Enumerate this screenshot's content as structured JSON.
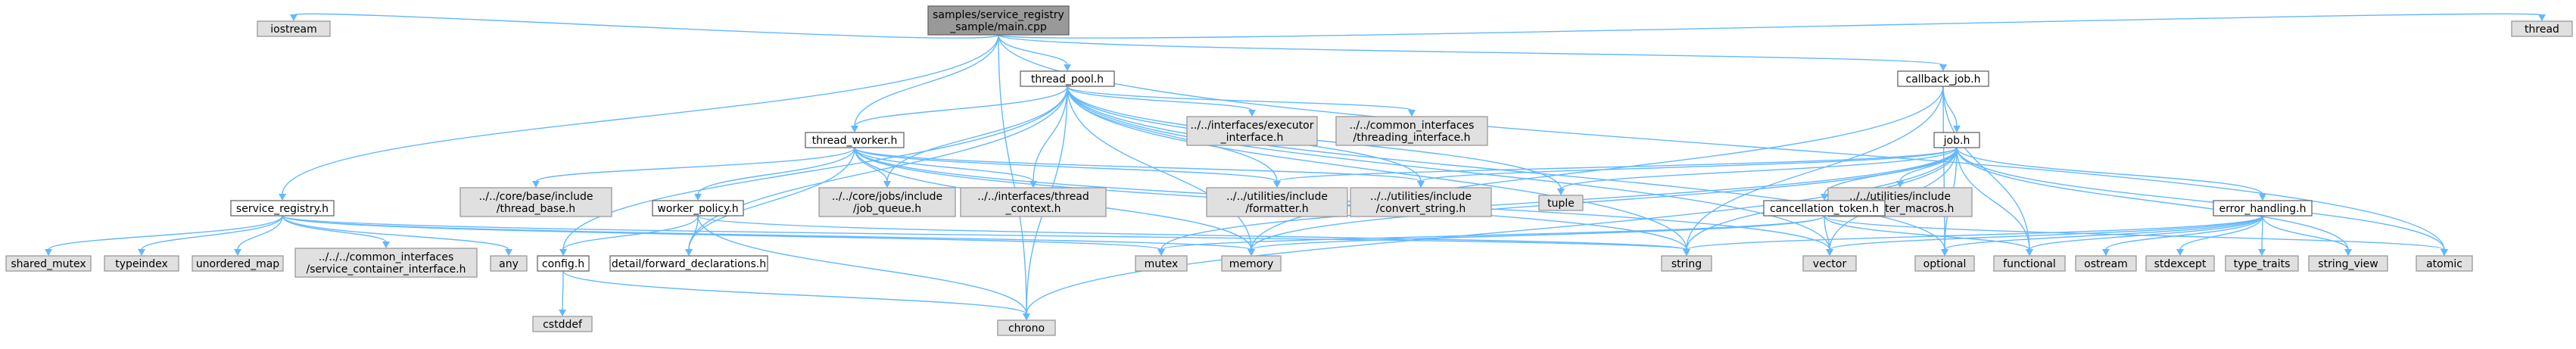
{
  "title": "samples/service_registry_sample/main.cpp",
  "colors": {
    "edge": "#63b8ff",
    "root_fill": "#999999",
    "file_fill": "#ffffff",
    "system_fill": "#e0e0e0",
    "border": "#666666"
  },
  "nodes": [
    {
      "id": "main",
      "lines": [
        "samples/service_registry",
        "_sample/main.cpp"
      ],
      "kind": "root"
    },
    {
      "id": "iostream",
      "lines": [
        "iostream"
      ],
      "kind": "system"
    },
    {
      "id": "service_registry",
      "lines": [
        "service_registry.h"
      ],
      "kind": "file"
    },
    {
      "id": "thread_pool",
      "lines": [
        "thread_pool.h"
      ],
      "kind": "file"
    },
    {
      "id": "callback_job",
      "lines": [
        "callback_job.h"
      ],
      "kind": "file"
    },
    {
      "id": "thread",
      "lines": [
        "thread"
      ],
      "kind": "system"
    },
    {
      "id": "thread_worker",
      "lines": [
        "thread_worker.h"
      ],
      "kind": "file"
    },
    {
      "id": "executor_interface",
      "lines": [
        "../../interfaces/executor",
        "_interface.h"
      ],
      "kind": "system"
    },
    {
      "id": "threading_interface",
      "lines": [
        "../../common_interfaces",
        "/threading_interface.h"
      ],
      "kind": "system"
    },
    {
      "id": "job",
      "lines": [
        "job.h"
      ],
      "kind": "file"
    },
    {
      "id": "thread_base",
      "lines": [
        "../../core/base/include",
        "/thread_base.h"
      ],
      "kind": "system"
    },
    {
      "id": "job_queue",
      "lines": [
        "../../core/jobs/include",
        "/job_queue.h"
      ],
      "kind": "system"
    },
    {
      "id": "thread_context",
      "lines": [
        "../../interfaces/thread",
        "_context.h"
      ],
      "kind": "system"
    },
    {
      "id": "formatter",
      "lines": [
        "../../utilities/include",
        "/formatter.h"
      ],
      "kind": "system"
    },
    {
      "id": "convert_string",
      "lines": [
        "../../utilities/include",
        "/convert_string.h"
      ],
      "kind": "system"
    },
    {
      "id": "tuple",
      "lines": [
        "tuple"
      ],
      "kind": "system"
    },
    {
      "id": "formatter_macros",
      "lines": [
        "../../utilities/include",
        "/formatter_macros.h"
      ],
      "kind": "system"
    },
    {
      "id": "worker_policy",
      "lines": [
        "worker_policy.h"
      ],
      "kind": "file"
    },
    {
      "id": "cancellation_token",
      "lines": [
        "cancellation_token.h"
      ],
      "kind": "file"
    },
    {
      "id": "error_handling",
      "lines": [
        "error_handling.h"
      ],
      "kind": "file"
    },
    {
      "id": "shared_mutex",
      "lines": [
        "shared_mutex"
      ],
      "kind": "system"
    },
    {
      "id": "typeindex",
      "lines": [
        "typeindex"
      ],
      "kind": "system"
    },
    {
      "id": "unordered_map",
      "lines": [
        "unordered_map"
      ],
      "kind": "system"
    },
    {
      "id": "service_container",
      "lines": [
        "../../../common_interfaces",
        "/service_container_interface.h"
      ],
      "kind": "system"
    },
    {
      "id": "any",
      "lines": [
        "any"
      ],
      "kind": "system"
    },
    {
      "id": "config",
      "lines": [
        "config.h"
      ],
      "kind": "file"
    },
    {
      "id": "forward_decl",
      "lines": [
        "detail/forward_declarations.h"
      ],
      "kind": "file"
    },
    {
      "id": "mutex",
      "lines": [
        "mutex"
      ],
      "kind": "system"
    },
    {
      "id": "memory",
      "lines": [
        "memory"
      ],
      "kind": "system"
    },
    {
      "id": "string",
      "lines": [
        "string"
      ],
      "kind": "system"
    },
    {
      "id": "vector",
      "lines": [
        "vector"
      ],
      "kind": "system"
    },
    {
      "id": "optional",
      "lines": [
        "optional"
      ],
      "kind": "system"
    },
    {
      "id": "functional",
      "lines": [
        "functional"
      ],
      "kind": "system"
    },
    {
      "id": "ostream",
      "lines": [
        "ostream"
      ],
      "kind": "system"
    },
    {
      "id": "stdexcept",
      "lines": [
        "stdexcept"
      ],
      "kind": "system"
    },
    {
      "id": "type_traits",
      "lines": [
        "type_traits"
      ],
      "kind": "system"
    },
    {
      "id": "string_view",
      "lines": [
        "string_view"
      ],
      "kind": "system"
    },
    {
      "id": "atomic",
      "lines": [
        "atomic"
      ],
      "kind": "system"
    },
    {
      "id": "cstddef",
      "lines": [
        "cstddef"
      ],
      "kind": "system"
    },
    {
      "id": "chrono",
      "lines": [
        "chrono"
      ],
      "kind": "system"
    }
  ],
  "edges": [
    [
      "main",
      "iostream"
    ],
    [
      "main",
      "service_registry"
    ],
    [
      "main",
      "thread_pool"
    ],
    [
      "main",
      "callback_job"
    ],
    [
      "main",
      "thread"
    ],
    [
      "main",
      "thread_worker"
    ],
    [
      "main",
      "atomic"
    ],
    [
      "main",
      "chrono"
    ],
    [
      "thread_pool",
      "thread_worker"
    ],
    [
      "thread_pool",
      "executor_interface"
    ],
    [
      "thread_pool",
      "threading_interface"
    ],
    [
      "thread_pool",
      "job_queue"
    ],
    [
      "thread_pool",
      "thread_context"
    ],
    [
      "thread_pool",
      "formatter"
    ],
    [
      "thread_pool",
      "convert_string"
    ],
    [
      "thread_pool",
      "tuple"
    ],
    [
      "thread_pool",
      "config"
    ],
    [
      "thread_pool",
      "forward_decl"
    ],
    [
      "thread_pool",
      "memory"
    ],
    [
      "thread_pool",
      "vector"
    ],
    [
      "thread_pool",
      "string"
    ],
    [
      "thread_pool",
      "chrono"
    ],
    [
      "thread_pool",
      "optional"
    ],
    [
      "callback_job",
      "job"
    ],
    [
      "callback_job",
      "string"
    ],
    [
      "callback_job",
      "memory"
    ],
    [
      "callback_job",
      "functional"
    ],
    [
      "callback_job",
      "optional"
    ],
    [
      "thread_worker",
      "thread_base"
    ],
    [
      "thread_worker",
      "job_queue"
    ],
    [
      "thread_worker",
      "thread_context"
    ],
    [
      "thread_worker",
      "formatter"
    ],
    [
      "thread_worker",
      "convert_string"
    ],
    [
      "thread_worker",
      "worker_policy"
    ],
    [
      "thread_worker",
      "forward_decl"
    ],
    [
      "thread_worker",
      "memory"
    ],
    [
      "thread_worker",
      "string"
    ],
    [
      "thread_worker",
      "vector"
    ],
    [
      "job",
      "tuple"
    ],
    [
      "job",
      "formatter"
    ],
    [
      "job",
      "convert_string"
    ],
    [
      "job",
      "formatter_macros"
    ],
    [
      "job",
      "cancellation_token"
    ],
    [
      "job",
      "error_handling"
    ],
    [
      "job",
      "string"
    ],
    [
      "job",
      "memory"
    ],
    [
      "job",
      "vector"
    ],
    [
      "job",
      "optional"
    ],
    [
      "job",
      "functional"
    ],
    [
      "job",
      "string_view"
    ],
    [
      "job",
      "atomic"
    ],
    [
      "job",
      "chrono"
    ],
    [
      "job",
      "mutex"
    ],
    [
      "worker_policy",
      "config"
    ],
    [
      "worker_policy",
      "forward_decl"
    ],
    [
      "worker_policy",
      "string"
    ],
    [
      "worker_policy",
      "chrono"
    ],
    [
      "cancellation_token",
      "memory"
    ],
    [
      "cancellation_token",
      "vector"
    ],
    [
      "cancellation_token",
      "functional"
    ],
    [
      "cancellation_token",
      "mutex"
    ],
    [
      "cancellation_token",
      "atomic"
    ],
    [
      "error_handling",
      "string"
    ],
    [
      "error_handling",
      "vector"
    ],
    [
      "error_handling",
      "optional"
    ],
    [
      "error_handling",
      "functional"
    ],
    [
      "error_handling",
      "ostream"
    ],
    [
      "error_handling",
      "stdexcept"
    ],
    [
      "error_handling",
      "type_traits"
    ],
    [
      "error_handling",
      "string_view"
    ],
    [
      "service_registry",
      "shared_mutex"
    ],
    [
      "service_registry",
      "typeindex"
    ],
    [
      "service_registry",
      "unordered_map"
    ],
    [
      "service_registry",
      "service_container"
    ],
    [
      "service_registry",
      "any"
    ],
    [
      "service_registry",
      "mutex"
    ],
    [
      "service_registry",
      "memory"
    ],
    [
      "service_registry",
      "string"
    ],
    [
      "config",
      "cstddef"
    ],
    [
      "config",
      "chrono"
    ]
  ]
}
